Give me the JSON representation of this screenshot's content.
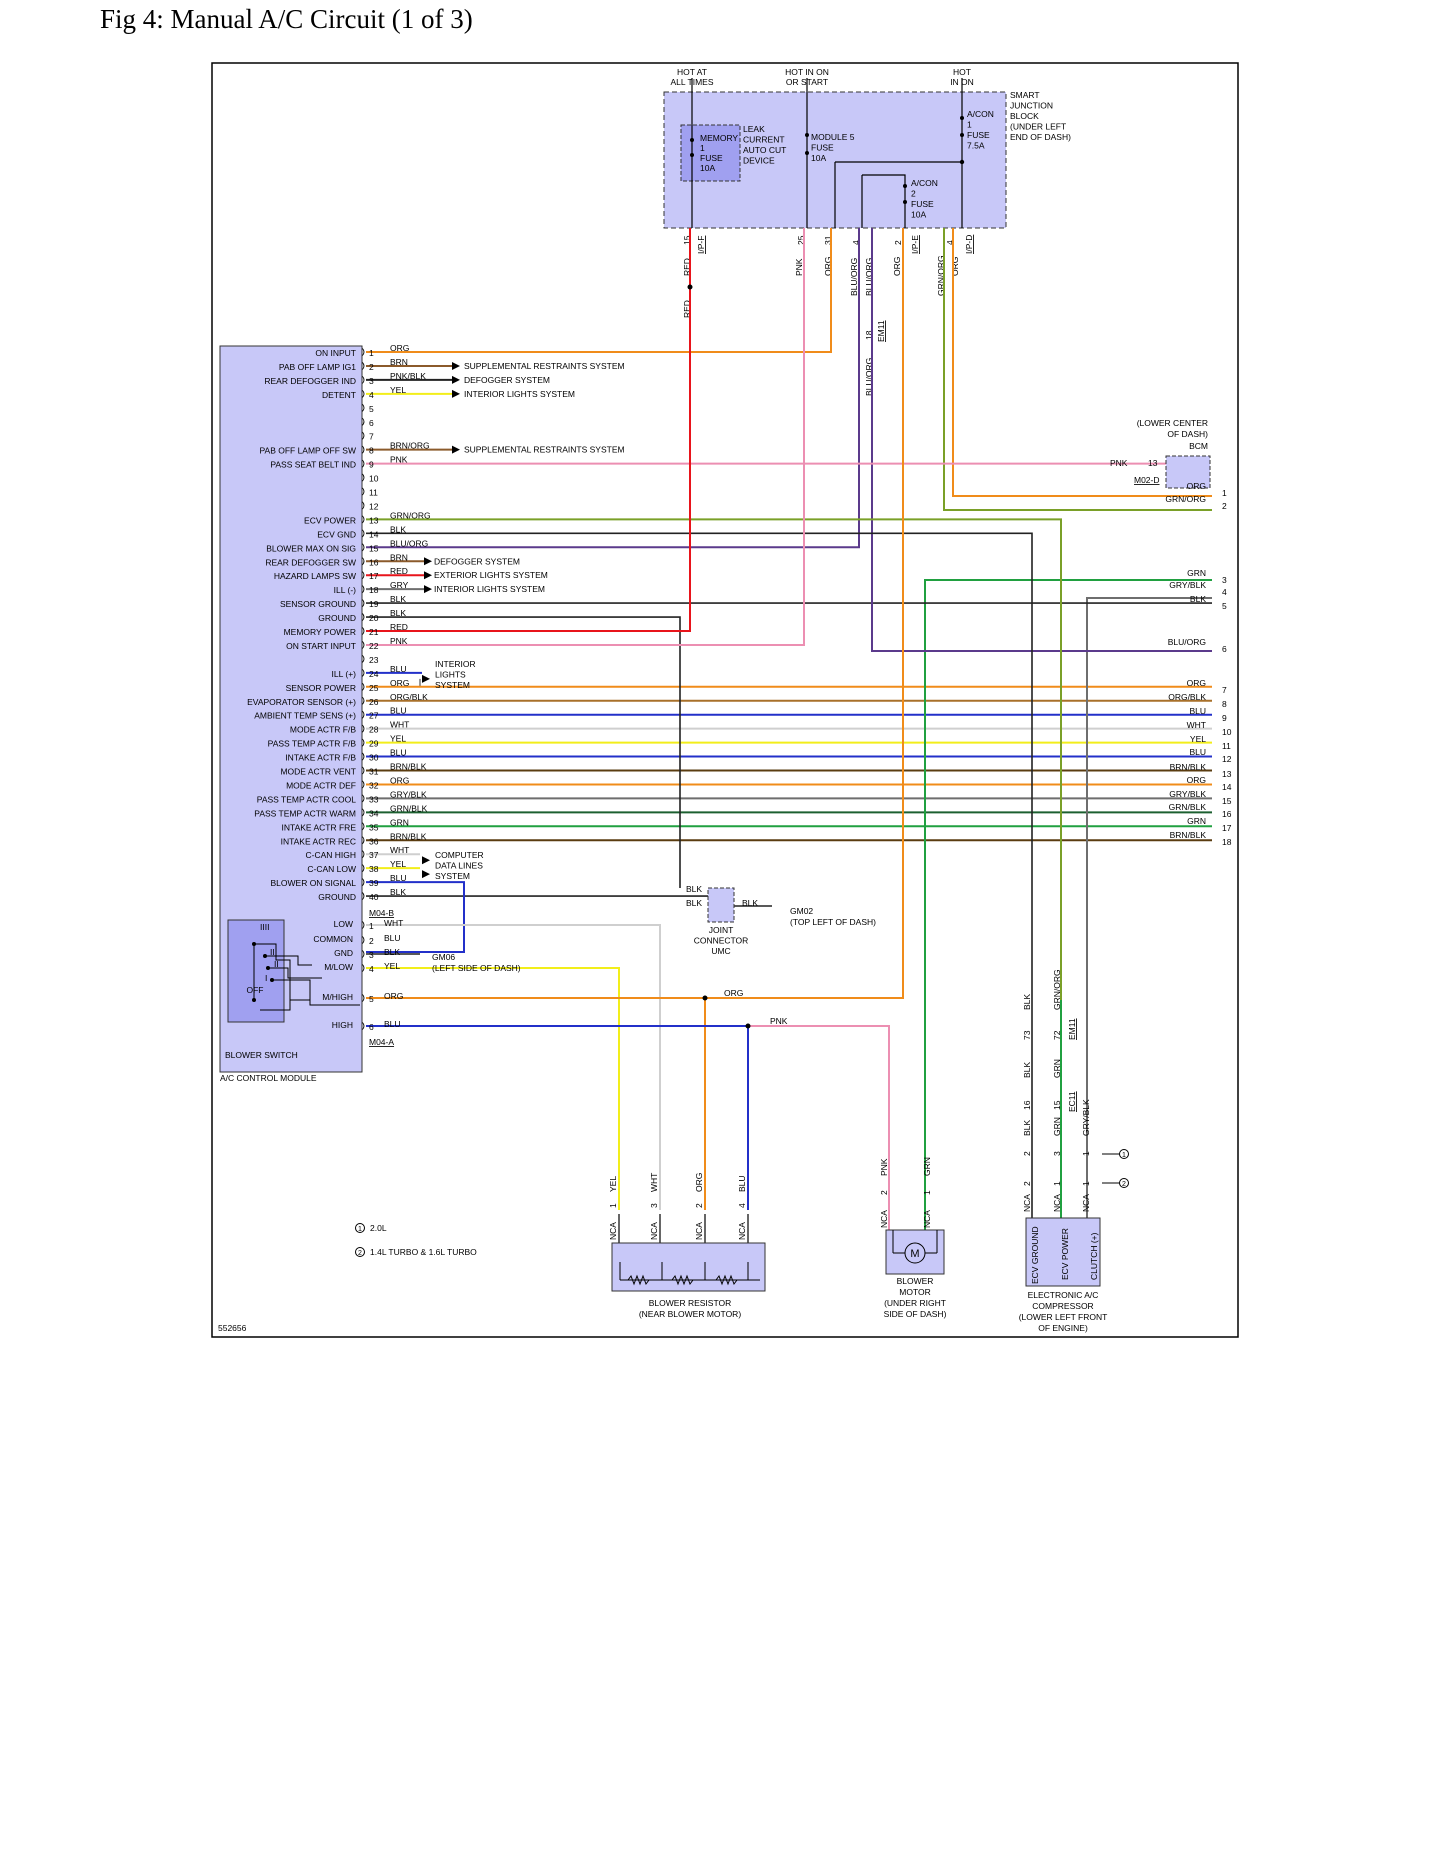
{
  "title": "Fig 4: Manual A/C Circuit (1 of 3)",
  "figure_id": "552656",
  "colors": {
    "ORG": "#f08c1a",
    "BRN": "#8b5a2b",
    "RED": "#e8141b",
    "PNK": "#ec8fb2",
    "YEL": "#f2ee1a",
    "BLU": "#2330c9",
    "WHT": "#cfcfcf",
    "GRN": "#20a040",
    "BLK": "#222222",
    "GRNORG": "#7aa028",
    "BLUORG": "#5b3a8c",
    "GRYBLK": "#6e6e6e",
    "ORGBLK": "#a8702a",
    "BRNBLK": "#5a3c10",
    "GRNBLK": "#1c6030",
    "module": "#c8c8f8",
    "module_dark": "#a0a0f0"
  },
  "sjb": {
    "hot_at_all_times": [
      "HOT AT",
      "ALL TIMES"
    ],
    "hot_in_on_start": [
      "HOT IN ON",
      "OR START"
    ],
    "hot_in_on": [
      "HOT",
      "IN ON"
    ],
    "label": [
      "SMART",
      "JUNCTION",
      "BLOCK",
      "(UNDER LEFT",
      "END OF DASH)"
    ],
    "memory_fuse": [
      "MEMORY",
      "1",
      "FUSE",
      "10A"
    ],
    "leak_device": [
      "LEAK",
      "CURRENT",
      "AUTO CUT",
      "DEVICE"
    ],
    "module5_fuse": [
      "MODULE 5",
      "FUSE",
      "10A"
    ],
    "acon1_fuse": [
      "A/CON",
      "1",
      "FUSE",
      "7.5A"
    ],
    "acon2_fuse": [
      "A/CON",
      "2",
      "FUSE",
      "10A"
    ],
    "pins": [
      "15",
      "25",
      "31",
      "4",
      "2",
      "4"
    ],
    "conn": [
      "I/P-F",
      "I/P-E",
      "I/P-D"
    ],
    "wire_labels": [
      "RED",
      "PNK",
      "ORG",
      "BLU/ORG",
      "BLU/ORG",
      "ORG",
      "GRN/ORG",
      "ORG"
    ],
    "em11_pin": "18",
    "em11": "EM11"
  },
  "acm": {
    "label": "A/C CONTROL MODULE",
    "conn_b": "M04-B",
    "conn_a": "M04-A",
    "pins": [
      {
        "n": "1",
        "name": "ON INPUT",
        "color": "ORG"
      },
      {
        "n": "2",
        "name": "PAB OFF LAMP IG1",
        "color": "BRN"
      },
      {
        "n": "3",
        "name": "REAR DEFOGGER IND",
        "color": "PNK/BLK"
      },
      {
        "n": "4",
        "name": "DETENT",
        "color": "YEL"
      },
      {
        "n": "5",
        "name": "",
        "color": ""
      },
      {
        "n": "6",
        "name": "",
        "color": ""
      },
      {
        "n": "7",
        "name": "",
        "color": ""
      },
      {
        "n": "8",
        "name": "PAB OFF LAMP OFF SW",
        "color": "BRN/ORG"
      },
      {
        "n": "9",
        "name": "PASS SEAT BELT IND",
        "color": "PNK"
      },
      {
        "n": "10",
        "name": "",
        "color": ""
      },
      {
        "n": "11",
        "name": "",
        "color": ""
      },
      {
        "n": "12",
        "name": "",
        "color": ""
      },
      {
        "n": "13",
        "name": "ECV POWER",
        "color": "GRN/ORG"
      },
      {
        "n": "14",
        "name": "ECV GND",
        "color": "BLK"
      },
      {
        "n": "15",
        "name": "BLOWER MAX ON SIG",
        "color": "BLU/ORG"
      },
      {
        "n": "16",
        "name": "REAR DEFOGGER SW",
        "color": "BRN"
      },
      {
        "n": "17",
        "name": "HAZARD LAMPS SW",
        "color": "RED"
      },
      {
        "n": "18",
        "name": "ILL (-)",
        "color": "GRY"
      },
      {
        "n": "19",
        "name": "SENSOR GROUND",
        "color": "BLK"
      },
      {
        "n": "20",
        "name": "GROUND",
        "color": "BLK"
      },
      {
        "n": "21",
        "name": "MEMORY POWER",
        "color": "RED"
      },
      {
        "n": "22",
        "name": "ON START INPUT",
        "color": "PNK"
      },
      {
        "n": "23",
        "name": "",
        "color": ""
      },
      {
        "n": "24",
        "name": "ILL (+)",
        "color": "BLU"
      },
      {
        "n": "25",
        "name": "SENSOR POWER",
        "color": "ORG"
      },
      {
        "n": "26",
        "name": "EVAPORATOR SENSOR (+)",
        "color": "ORG/BLK"
      },
      {
        "n": "27",
        "name": "AMBIENT TEMP SENS (+)",
        "color": "BLU"
      },
      {
        "n": "28",
        "name": "MODE ACTR F/B",
        "color": "WHT"
      },
      {
        "n": "29",
        "name": "PASS TEMP ACTR F/B",
        "color": "YEL"
      },
      {
        "n": "30",
        "name": "INTAKE ACTR F/B",
        "color": "BLU"
      },
      {
        "n": "31",
        "name": "MODE ACTR VENT",
        "color": "BRN/BLK"
      },
      {
        "n": "32",
        "name": "MODE ACTR DEF",
        "color": "ORG"
      },
      {
        "n": "33",
        "name": "PASS TEMP ACTR COOL",
        "color": "GRY/BLK"
      },
      {
        "n": "34",
        "name": "PASS TEMP ACTR WARM",
        "color": "GRN/BLK"
      },
      {
        "n": "35",
        "name": "INTAKE ACTR FRE",
        "color": "GRN"
      },
      {
        "n": "36",
        "name": "INTAKE ACTR REC",
        "color": "BRN/BLK"
      },
      {
        "n": "37",
        "name": "C-CAN HIGH",
        "color": "WHT"
      },
      {
        "n": "38",
        "name": "C-CAN LOW",
        "color": "YEL"
      },
      {
        "n": "39",
        "name": "BLOWER ON SIGNAL",
        "color": "BLU"
      },
      {
        "n": "40",
        "name": "GROUND",
        "color": "BLK"
      }
    ],
    "system_refs": {
      "srs1": "SUPPLEMENTAL RESTRAINTS SYSTEM",
      "defog1": "DEFOGGER SYSTEM",
      "interior1": "INTERIOR LIGHTS SYSTEM",
      "srs2": "SUPPLEMENTAL RESTRAINTS SYSTEM",
      "defog2": "DEFOGGER SYSTEM",
      "exterior": "EXTERIOR LIGHTS SYSTEM",
      "interior2": "INTERIOR LIGHTS SYSTEM",
      "interior3": [
        "INTERIOR",
        "LIGHTS",
        "SYSTEM"
      ],
      "computer": [
        "COMPUTER",
        "DATA LINES",
        "SYSTEM"
      ]
    }
  },
  "blower_switch": {
    "label": "BLOWER SWITCH",
    "positions": [
      "IIII",
      "III",
      "II",
      "I",
      "OFF"
    ],
    "pins": [
      {
        "n": "1",
        "name": "LOW",
        "color": "WHT"
      },
      {
        "n": "2",
        "name": "COMMON",
        "color": "BLU"
      },
      {
        "n": "3",
        "name": "GND",
        "color": "BLK"
      },
      {
        "n": "4",
        "name": "M/LOW",
        "color": "YEL"
      },
      {
        "n": "5",
        "name": "M/HIGH",
        "color": "ORG"
      },
      {
        "n": "6",
        "name": "HIGH",
        "color": "BLU"
      }
    ],
    "gm06": [
      "GM06",
      "(LEFT SIDE OF DASH)"
    ]
  },
  "bcm": {
    "location": [
      "(LOWER CENTER",
      "OF DASH)"
    ],
    "label": "BCM",
    "conn": "M02-D",
    "pin": "13",
    "wire": "PNK"
  },
  "right_wires": [
    {
      "n": "1",
      "color": "ORG"
    },
    {
      "n": "2",
      "color": "GRN/ORG"
    },
    {
      "n": "3",
      "color": "GRN"
    },
    {
      "n": "4",
      "color": "GRY/BLK"
    },
    {
      "n": "5",
      "color": "BLK"
    },
    {
      "n": "6",
      "color": "BLU/ORG"
    },
    {
      "n": "7",
      "color": "ORG"
    },
    {
      "n": "8",
      "color": "ORG/BLK"
    },
    {
      "n": "9",
      "color": "BLU"
    },
    {
      "n": "10",
      "color": "WHT"
    },
    {
      "n": "11",
      "color": "YEL"
    },
    {
      "n": "12",
      "color": "BLU"
    },
    {
      "n": "13",
      "color": "BRN/BLK"
    },
    {
      "n": "14",
      "color": "ORG"
    },
    {
      "n": "15",
      "color": "GRY/BLK"
    },
    {
      "n": "16",
      "color": "GRN/BLK"
    },
    {
      "n": "17",
      "color": "GRN"
    },
    {
      "n": "18",
      "color": "BRN/BLK"
    }
  ],
  "joint": {
    "label": [
      "JOINT",
      "CONNECTOR",
      "UMC"
    ],
    "wires": [
      "BLK",
      "BLK",
      "BLK"
    ],
    "gm02": [
      "GM02",
      "(TOP LEFT OF DASH)"
    ]
  },
  "mid_wires": {
    "org": "ORG",
    "pnk": "PNK"
  },
  "blower_resistor": {
    "label": [
      "BLOWER RESISTOR",
      "(NEAR BLOWER MOTOR)"
    ],
    "wires": [
      "YEL",
      "WHT",
      "ORG",
      "BLU"
    ],
    "pins": [
      "1",
      "3",
      "2",
      "4"
    ],
    "nca": "NCA"
  },
  "blower_motor": {
    "label": [
      "BLOWER",
      "MOTOR",
      "(UNDER RIGHT",
      "SIDE OF DASH)"
    ],
    "wires": [
      "PNK",
      "GRN"
    ],
    "pins": [
      "2",
      "1"
    ],
    "symbol": "M"
  },
  "compressor": {
    "label": [
      "ELECTRONIC A/C",
      "COMPRESSOR",
      "(LOWER LEFT FRONT",
      "OF ENGINE)"
    ],
    "inner": [
      "ECV GROUND",
      "ECV POWER",
      "CLUTCH (+)"
    ],
    "top_wires": [
      "BLK",
      "GRN/ORG"
    ],
    "conn1_pins": [
      "73",
      "72"
    ],
    "conn1": "EM11",
    "mid_wires": [
      "BLK",
      "GRN"
    ],
    "conn2_pins": [
      "16",
      "15"
    ],
    "conn2": "EC11",
    "low_wires": [
      "BLK",
      "GRN",
      "GRY/BLK"
    ],
    "low_pins": [
      "2",
      "3",
      "1"
    ],
    "comp_pins": [
      "2",
      "1",
      "1"
    ]
  },
  "legend": [
    {
      "mark": "1",
      "text": "2.0L"
    },
    {
      "mark": "2",
      "text": "1.4L TURBO & 1.6L TURBO"
    }
  ]
}
